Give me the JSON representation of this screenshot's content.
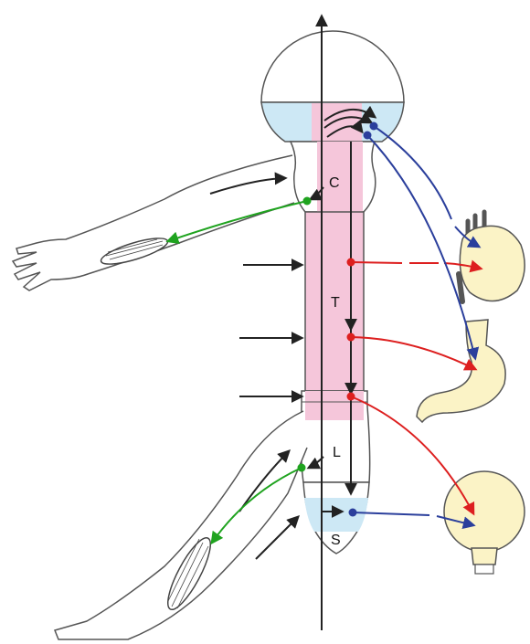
{
  "labels": {
    "cervical": "C",
    "thoracic": "T",
    "lumbar": "L",
    "sacral": "S"
  },
  "colors": {
    "somatic_motor": "#1fa31f",
    "sympathetic": "#dd1f1f",
    "parasympathetic": "#2b3f9c",
    "sensory_input": "#222222",
    "thoracolumbar_zone": "#f5c6da",
    "craniosacral_zone": "#cde8f5",
    "organ_fill": "#fbf3c6",
    "outline": "#555555"
  },
  "icons": [
    "brain-outline",
    "spinal-cord-outline",
    "arm-outline",
    "leg-outline",
    "heart-icon",
    "stomach-icon",
    "bladder-icon"
  ]
}
